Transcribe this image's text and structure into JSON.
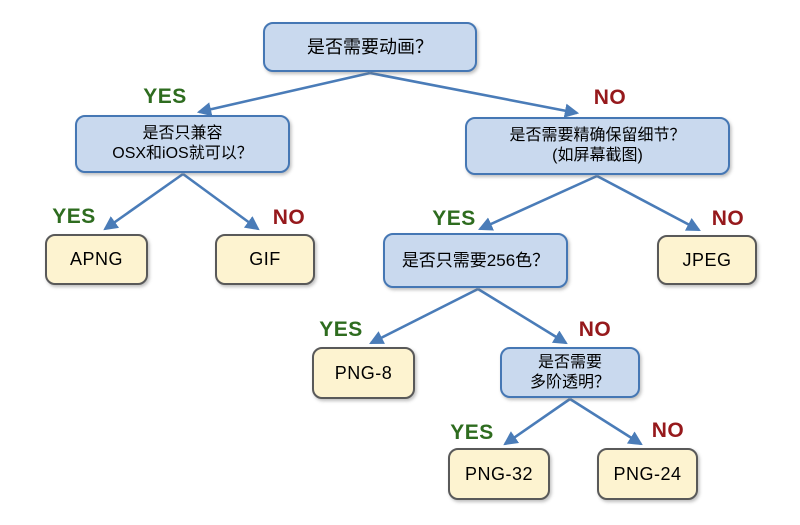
{
  "labels": {
    "yes": "YES",
    "no": "NO"
  },
  "nodes": {
    "animation": "是否需要动画？",
    "compat": "是否只兼容\nOSX和iOS就可以？",
    "detail": "是否需要精确保留细节？\n(如屏幕截图)",
    "colors256": "是否只需要256色？",
    "alpha": "是否需要\n多阶透明？",
    "apng": "APNG",
    "gif": "GIF",
    "jpeg": "JPEG",
    "png8": "PNG-8",
    "png32": "PNG-32",
    "png24": "PNG-24"
  },
  "colors": {
    "question_fill": "#c9d9ee",
    "question_border": "#4577b4",
    "answer_fill": "#fdf3d0",
    "answer_border": "#595959",
    "arrow": "#4a7cb8",
    "yes_text": "#2e6c1f",
    "no_text": "#96191c",
    "node_text": "#000000",
    "background": "#ffffff"
  }
}
